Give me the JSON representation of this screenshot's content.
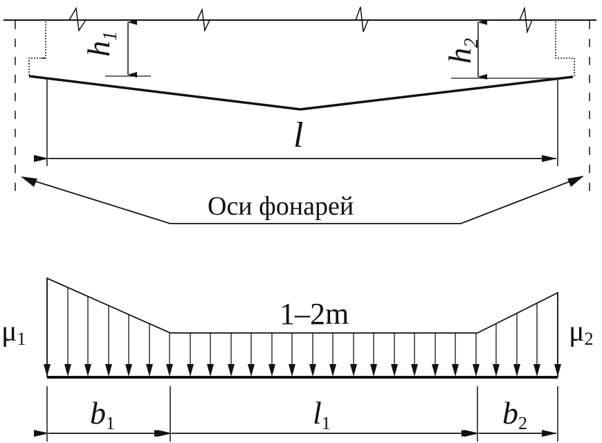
{
  "labels": {
    "h1_base": "h",
    "h1_sub": "1",
    "h2_base": "h",
    "h2_sub": "2",
    "span": "l",
    "axes": "Оси фонарей",
    "mu1_base": "μ",
    "mu1_sub": "1",
    "mu2_base": "μ",
    "mu2_sub": "2",
    "middle_load": "1–2m",
    "b1_base": "b",
    "b1_sub": "1",
    "l1_base": "l",
    "l1_sub": "1",
    "b2_base": "b",
    "b2_sub": "2"
  }
}
